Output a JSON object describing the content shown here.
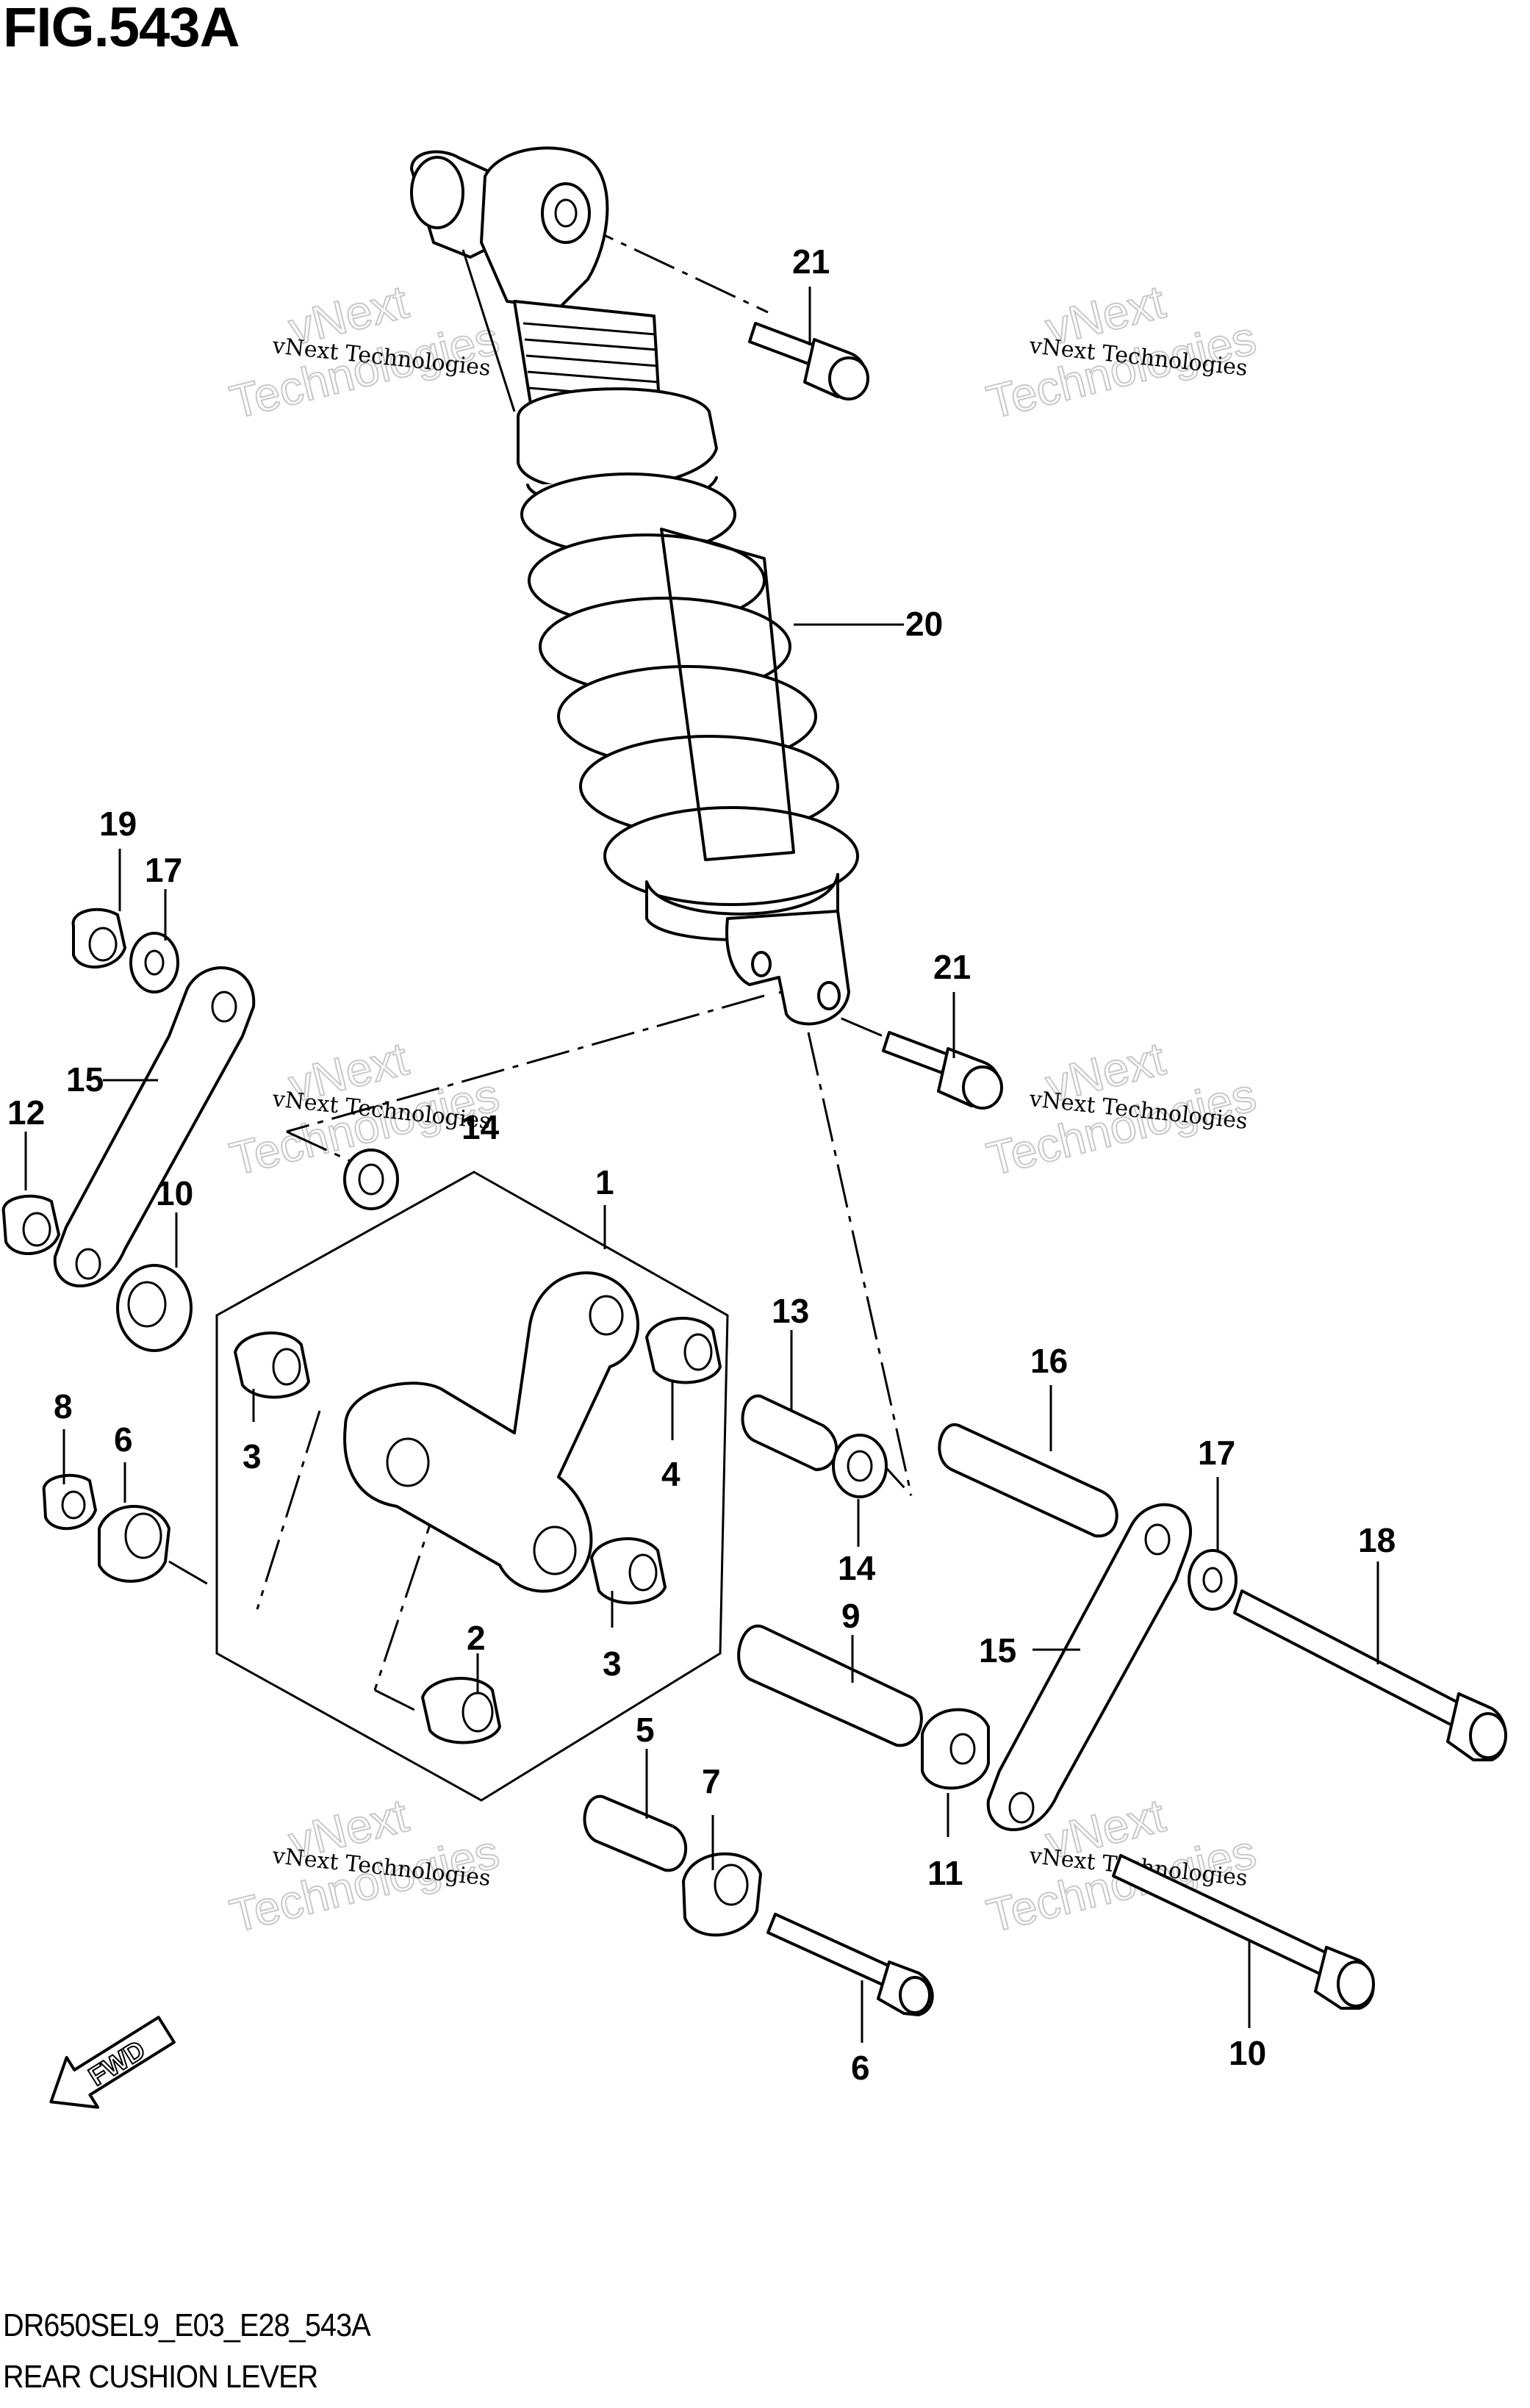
{
  "figure": {
    "title": "FIG.543A",
    "code": "DR650SEL9_E03_E28_543A",
    "name": "REAR CUSHION LEVER"
  },
  "watermark": {
    "small": "vNext Technologies",
    "large_line1": "vNext",
    "large_line2": "Technologies"
  },
  "direction_badge": {
    "label": "FWD",
    "icon": "fwd-arrow-icon"
  },
  "callouts": [
    {
      "id": "callout-1",
      "label": "1"
    },
    {
      "id": "callout-2",
      "label": "2"
    },
    {
      "id": "callout-3a",
      "label": "3"
    },
    {
      "id": "callout-3b",
      "label": "3"
    },
    {
      "id": "callout-4",
      "label": "4"
    },
    {
      "id": "callout-5",
      "label": "5"
    },
    {
      "id": "callout-6a",
      "label": "6"
    },
    {
      "id": "callout-6b",
      "label": "6"
    },
    {
      "id": "callout-7",
      "label": "7"
    },
    {
      "id": "callout-8",
      "label": "8"
    },
    {
      "id": "callout-9",
      "label": "9"
    },
    {
      "id": "callout-10a",
      "label": "10"
    },
    {
      "id": "callout-10b",
      "label": "10"
    },
    {
      "id": "callout-11",
      "label": "11"
    },
    {
      "id": "callout-12",
      "label": "12"
    },
    {
      "id": "callout-13",
      "label": "13"
    },
    {
      "id": "callout-14a",
      "label": "14"
    },
    {
      "id": "callout-14b",
      "label": "14"
    },
    {
      "id": "callout-15a",
      "label": "15"
    },
    {
      "id": "callout-15b",
      "label": "15"
    },
    {
      "id": "callout-16",
      "label": "16"
    },
    {
      "id": "callout-17a",
      "label": "17"
    },
    {
      "id": "callout-17b",
      "label": "17"
    },
    {
      "id": "callout-18",
      "label": "18"
    },
    {
      "id": "callout-19",
      "label": "19"
    },
    {
      "id": "callout-20",
      "label": "20"
    },
    {
      "id": "callout-21a",
      "label": "21"
    },
    {
      "id": "callout-21b",
      "label": "21"
    }
  ]
}
